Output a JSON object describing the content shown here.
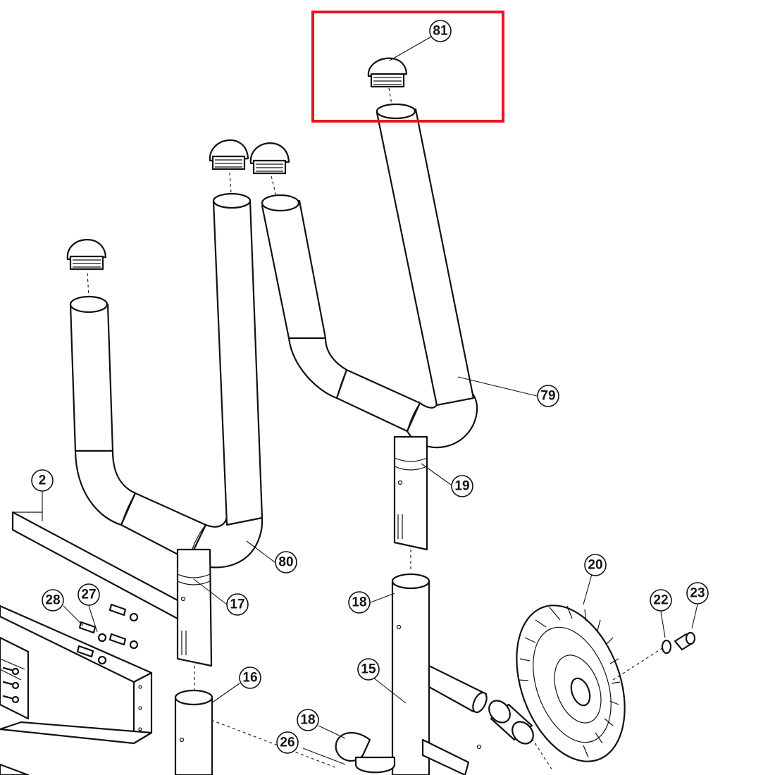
{
  "highlight_color": "#e8161c",
  "callouts": {
    "c81": "81",
    "c79": "79",
    "c80": "80",
    "c2": "2",
    "c19": "19",
    "c17": "17",
    "c20": "20",
    "c22": "22",
    "c23": "23",
    "c28": "28",
    "c27": "27",
    "c18a": "18",
    "c16": "16",
    "c15": "15",
    "c18b": "18",
    "c26": "26"
  }
}
